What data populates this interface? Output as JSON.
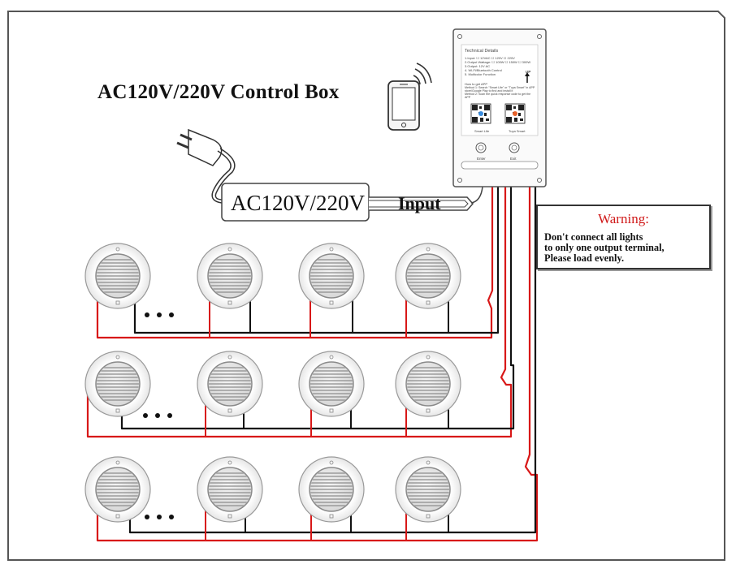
{
  "title": "AC120V/220V Control Box",
  "power": {
    "plug_label": "AC120V/220V",
    "input_label": "Input"
  },
  "warning": {
    "title": "Warning:",
    "body": "Don't connect all lights\nto only one output terminal,\nPlease load evenly."
  },
  "control_box": {
    "tech_title": "Technical Details",
    "tech_lines": [
      "1.Input: ☐ 12VAC ☐ 120V ☐ 220V",
      "2.Output Wattage: ☐ 100W ☐ 150W ☐ 300W",
      "3.Output: 12V AC",
      "4. Wi-Fi/Bluetooth Control",
      "5. Multicolor Function"
    ],
    "up_label": "UP",
    "app_lines": [
      "How to get APP",
      "Method 1: Search \"Smart Life\" or \"Tuya Smart\" in APP",
      "store/Google Play to find and install it",
      "Method 2: Scan the quick response code to get the",
      "APP"
    ],
    "app_smart_life": "Smart Life",
    "app_tuya": "Tuya Smart",
    "enter_label": "Enter",
    "exit_label": "Exit"
  },
  "rows": [
    {
      "ellipsis": "•••"
    },
    {
      "ellipsis": "•••"
    },
    {
      "ellipsis": "•••"
    }
  ],
  "colors": {
    "wire_red": "#d81818",
    "wire_black": "#111111",
    "warning_red": "#d01a1a",
    "frame": "#555555"
  }
}
